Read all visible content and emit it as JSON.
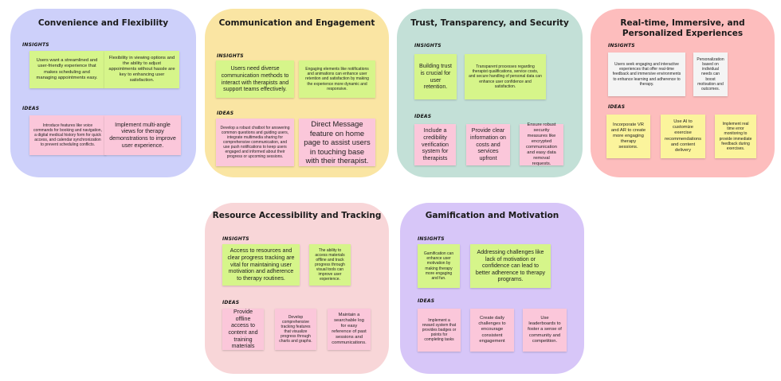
{
  "labels": {
    "insights": "INSIGHTS",
    "ideas": "IDEAS"
  },
  "colors": {
    "panel_blue": "#cdd0fa",
    "panel_yellow": "#fae5a3",
    "panel_teal": "#c3e0d7",
    "panel_pink": "#fdbdbd",
    "panel_rose": "#f8d6d8",
    "panel_purple": "#d7c6f8",
    "note_green": "#d6f58a",
    "note_pink": "#fbc7da",
    "note_yellow": "#fbf49c",
    "note_white": "#f4f4f4"
  },
  "panels": [
    {
      "title": "Convenience and Flexibility",
      "insights": [
        "Users want a streamlined and user-friendly experience that makes scheduling and managing appointments easy.",
        "Flexibility in viewing options and the ability to adjust appointments without hassle are key to enhancing user satisfaction."
      ],
      "ideas": [
        "Introduce features like voice commands for booking and navigation, a digital medical history form for quick access, and calendar synchronization to prevent scheduling conflicts.",
        "Implement multi-angle views for therapy demonstrations to improve user experience."
      ]
    },
    {
      "title": "Communication and Engagement",
      "insights": [
        "Users need diverse communication methods to interact with therapists and support teams effectively.",
        "Engaging elements like notifications and animations can enhance user retention and satisfaction by making the experience more dynamic and responsive."
      ],
      "ideas": [
        "Develop a robust chatbot for answering common questions and guiding users, integrate multimedia sharing for comprehensive communication, and use push notifications to keep users engaged and informed about their progress or upcoming sessions.",
        "Direct Message feature on home page to assist users in touching base with their therapist."
      ]
    },
    {
      "title": "Trust, Transparency, and Security",
      "insights": [
        "Building trust is crucial for user retention.",
        "Transparent processes regarding therapist qualifications, service costs, and secure handling of personal data can enhance user confidence and satisfaction."
      ],
      "ideas": [
        "Include a credibility verification system for therapists",
        "Provide clear information on costs and services upfront",
        "Ensure robust security measures like encrypted communication and easy data removal requests."
      ]
    },
    {
      "title": "Real-time, Immersive, and Personalized Experiences",
      "insights": [
        "Users seek engaging and interactive experiences that offer real-time feedback and immersive environments to enhance learning and adherence to therapy.",
        "Personalization based on individual needs can boost motivation and outcomes."
      ],
      "ideas": [
        "Incorporate VR and AR to create more engaging therapy sessions.",
        "Use AI to customize exercise recommendations and content delivery",
        "Implement real time error monitoring to provide immediate feedback during exercises."
      ]
    },
    {
      "title": "Resource Accessibility and Tracking",
      "insights": [
        "Access to resources and clear progress tracking are vital for maintaining user motivation and adherence to therapy routines.",
        "The ability to access materials offline and track progress through visual tools can improve user experience."
      ],
      "ideas": [
        "Provide offline access to content and training materials",
        "Develop comprehensive tracking features that visualize progress through charts and graphs.",
        "Maintain a searchable log for easy reference of past sessions and communications."
      ]
    },
    {
      "title": "Gamification and Motivation",
      "insights": [
        "Gamification can enhance user motivation by making therapy more engaging and fun.",
        "Addressing challenges like lack of motivation or confidence can lead to better adherence to therapy programs."
      ],
      "ideas": [
        "Implement a reward system that provides badges or points for completing tasks",
        "Create daily challenges to encourage consistent engagement",
        "Use leaderboards to foster a sense of community and competition."
      ]
    }
  ]
}
